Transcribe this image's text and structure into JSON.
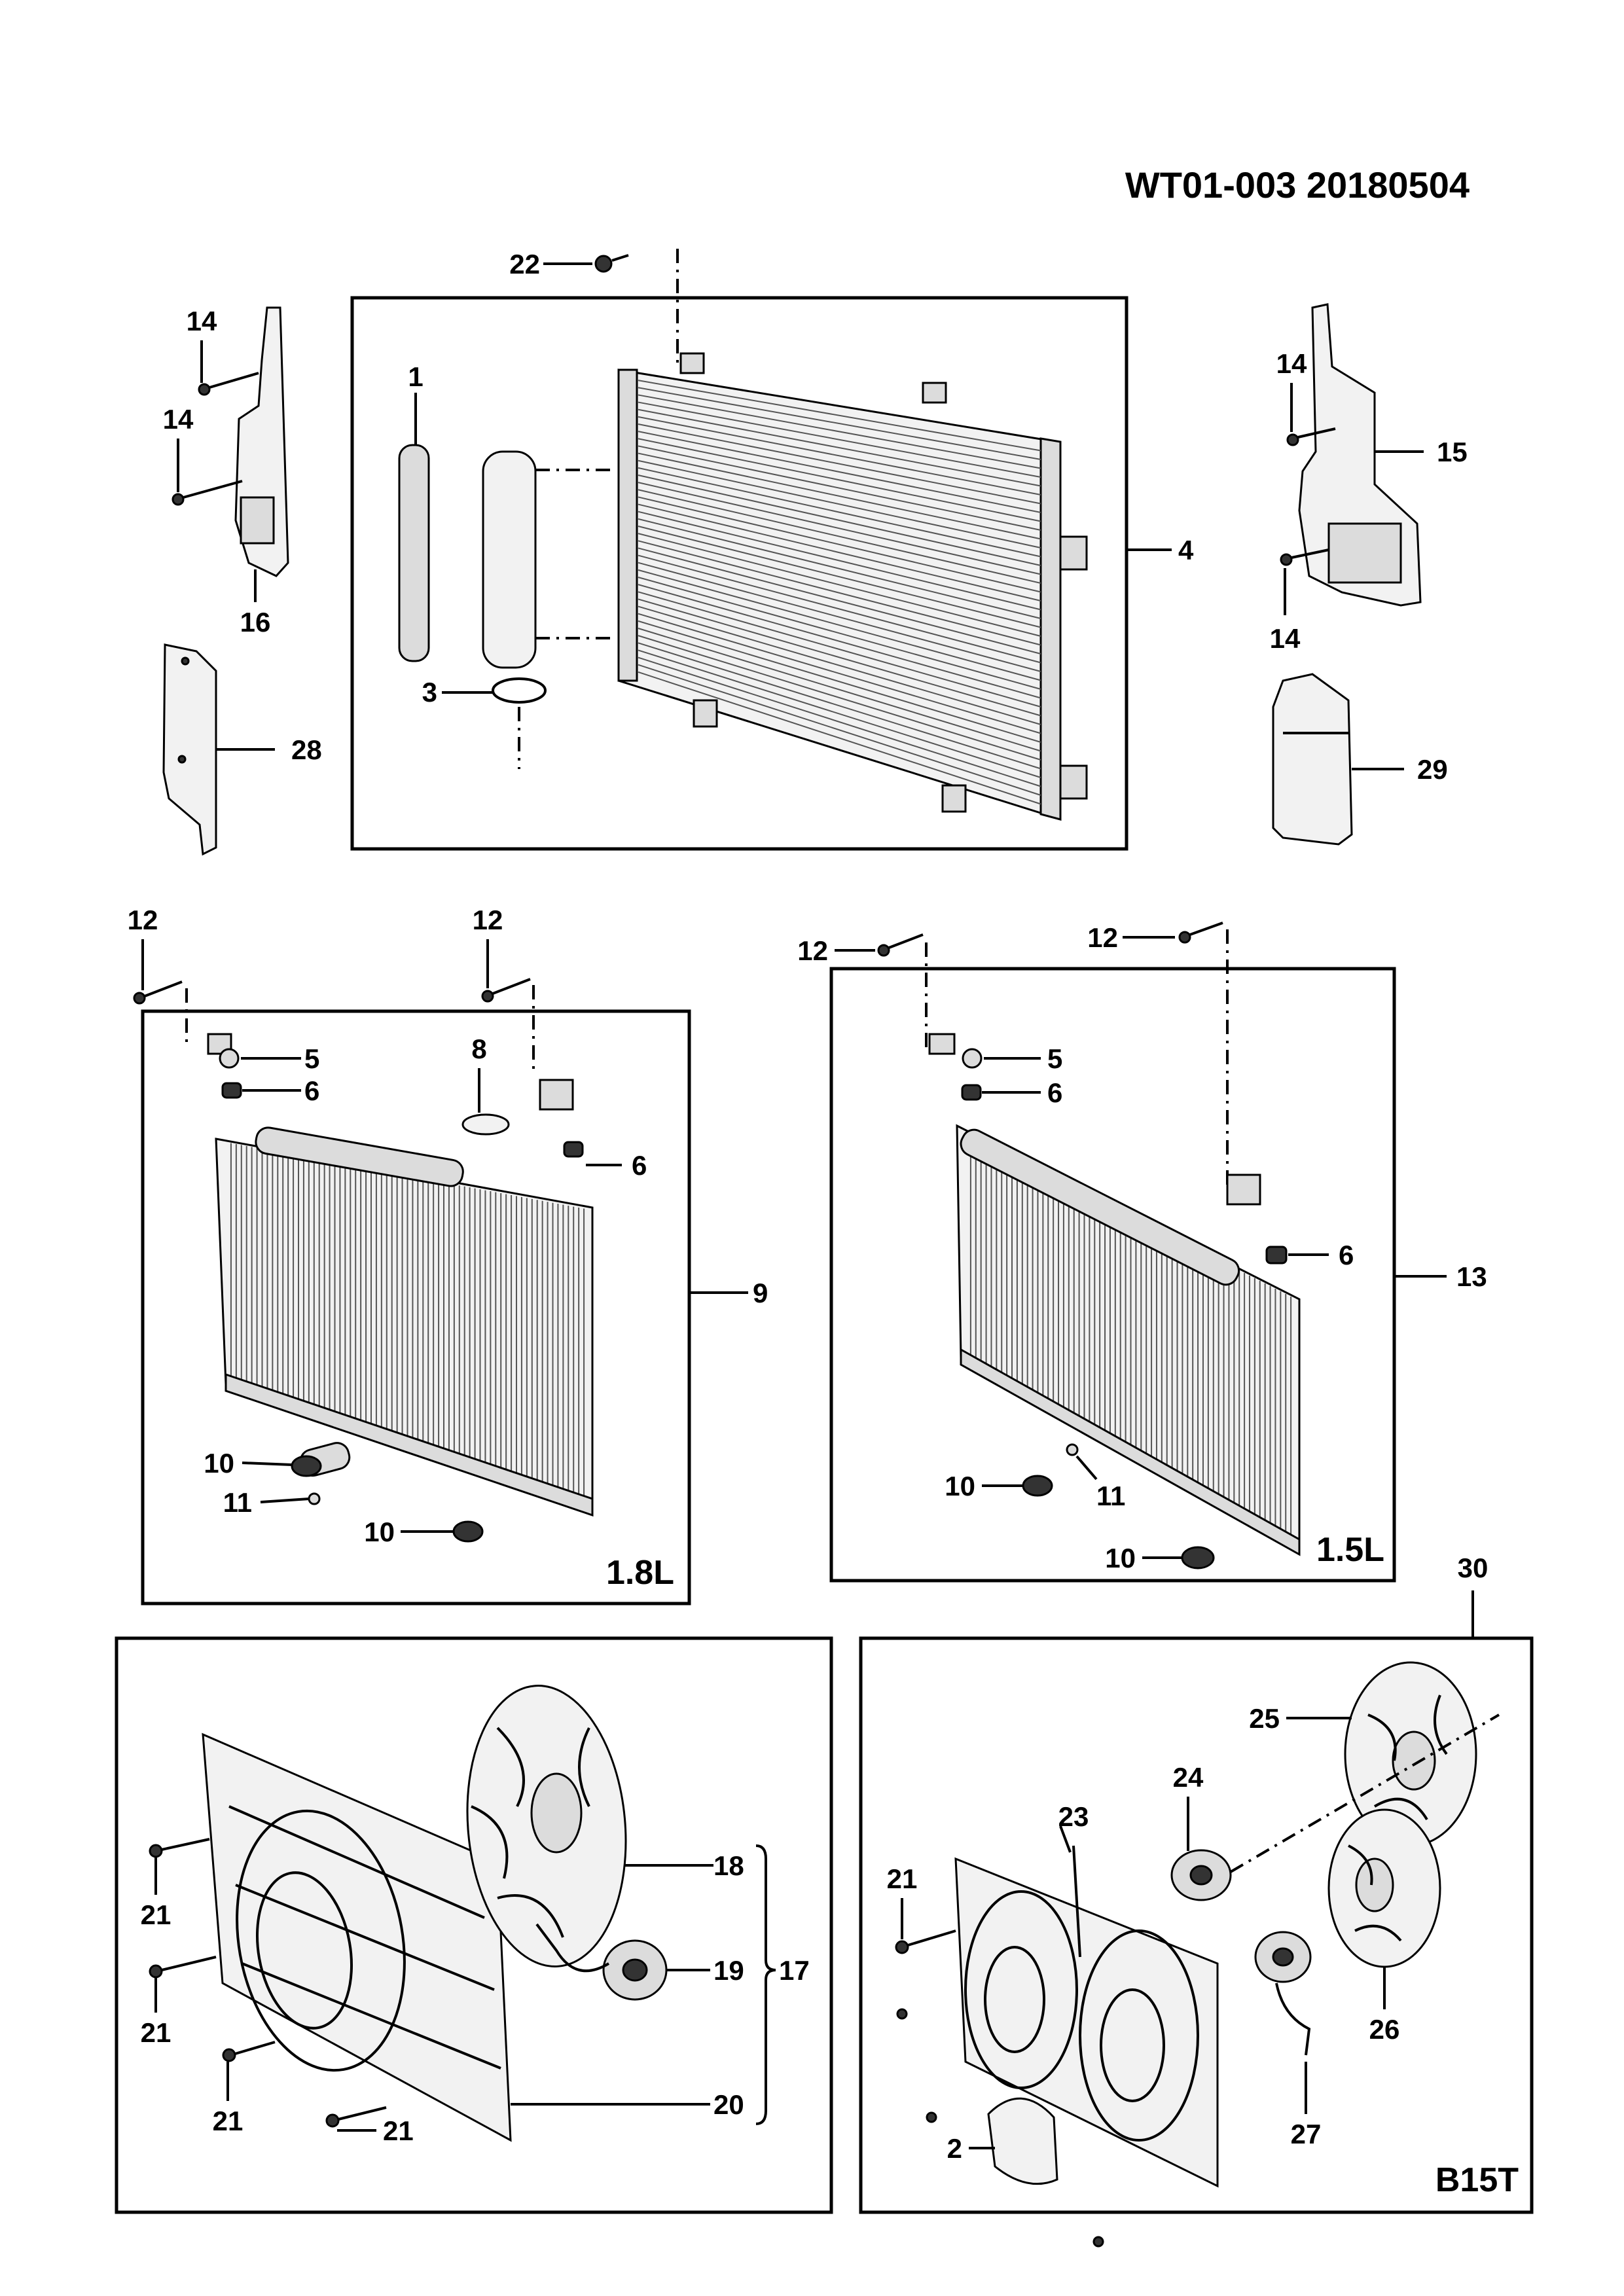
{
  "header": {
    "doc_code": "WT01-003 20180504"
  },
  "engines": {
    "a": "1.8L",
    "b": "1.5L",
    "c": "B15T"
  },
  "callouts": {
    "c22": "22",
    "c1": "1",
    "c3": "3",
    "c4": "4",
    "c14a": "14",
    "c14b": "14",
    "c16": "16",
    "c28": "28",
    "c14c": "14",
    "c14d": "14",
    "c15": "15",
    "c29": "29",
    "c12a": "12",
    "c12b": "12",
    "c5a": "5",
    "c6a": "6",
    "c8": "8",
    "c6b": "6",
    "c9": "9",
    "c10a": "10",
    "c11a": "11",
    "c10b": "10",
    "c12c": "12",
    "c12d": "12",
    "c5b": "5",
    "c6c": "6",
    "c6d": "6",
    "c13": "13",
    "c10c": "10",
    "c11b": "11",
    "c10d": "10",
    "c30": "30",
    "c21a": "21",
    "c21b": "21",
    "c21c": "21",
    "c21d": "21",
    "c18": "18",
    "c19": "19",
    "c17": "17",
    "c20": "20",
    "c21e": "21",
    "c23": "23",
    "c24": "24",
    "c25": "25",
    "c26": "26",
    "c27": "27",
    "c2": "2"
  },
  "colors": {
    "line": "#000000",
    "background": "#ffffff"
  }
}
